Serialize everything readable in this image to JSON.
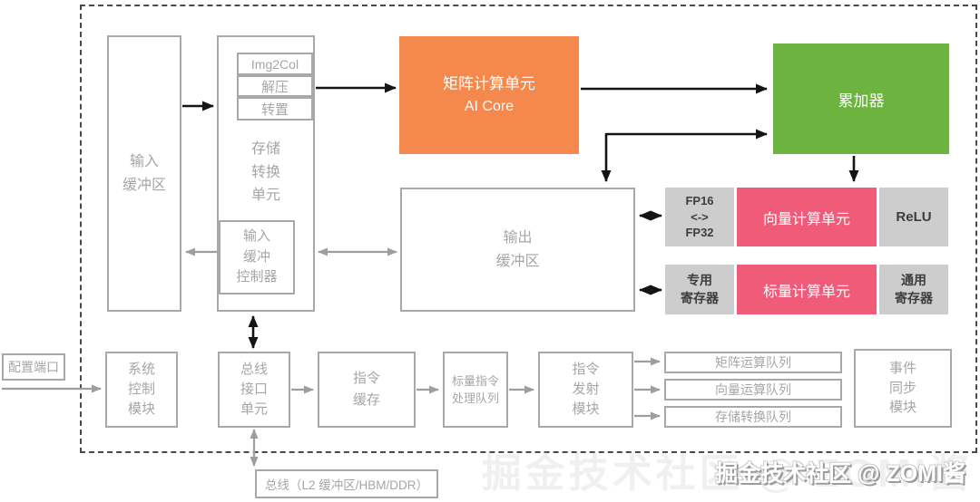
{
  "diagram": {
    "colors": {
      "orange": "#F5884D",
      "green": "#6CB33F",
      "pink": "#EF5B79",
      "gray_fill": "#CDCDCD",
      "border_gray": "#A8A8A8",
      "text_gray": "#A6A6A6",
      "dashed": "#4a4a4a",
      "arrow_black": "#141414",
      "arrow_gray": "#9E9E9E"
    },
    "blocks": {
      "input_buffer": "输入\n缓冲区",
      "mte_label": "存储\n转换\n单元",
      "img2col": "Img2Col",
      "decompress": "解压",
      "transpose": "转置",
      "input_buffer_controller": "输入\n缓冲\n控制器",
      "matrix_unit_line1": "矩阵计算单元",
      "matrix_unit_line2": "AI Core",
      "accumulator": "累加器",
      "output_buffer": "输出\n缓冲区",
      "fp16_fp32": "FP16\n<->\nFP32",
      "vector_unit": "向量计算单元",
      "relu": "ReLU",
      "special_reg": "专用\n寄存器",
      "scalar_unit": "标量计算单元",
      "general_reg": "通用\n寄存器",
      "config_port": "配置端口",
      "system_control": "系统\n控制\n模块",
      "bus_interface": "总线\n接口\n单元",
      "instr_cache": "指令\n缓存",
      "scalar_instr_queue": "标量指令\n处理队列",
      "instr_dispatch": "指令\n发射\n模块",
      "matrix_queue": "矩阵运算队列",
      "vector_queue": "向量运算队列",
      "mte_queue": "存储转换队列",
      "event_sync": "事件\n同步\n模块",
      "bus": "总线（L2 缓冲区/HBM/DDR）"
    },
    "watermark": "掘金技术社区 @ ZOMI酱"
  }
}
